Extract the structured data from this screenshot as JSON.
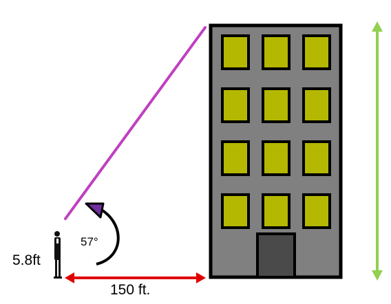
{
  "labels": {
    "observer_height": "5.8ft",
    "elevation_angle": "57°",
    "horizontal_distance": "150 ft."
  },
  "values": {
    "observer_height_ft": 5.8,
    "elevation_angle_deg": 57,
    "horizontal_distance_ft": 150
  },
  "colors": {
    "background": "#ffffff",
    "building_body": "#808080",
    "building_outline": "#000000",
    "window_fill": "#b5b800",
    "door_fill": "#4a4a4a",
    "line_of_sight": "#c040c0",
    "distance_arrow": "#e00000",
    "building_height_arrow": "#92d050",
    "angle_arrow": "#000000",
    "angle_arrowhead": "#7030a0"
  },
  "building": {
    "window_rows": 4,
    "window_columns": 3
  }
}
